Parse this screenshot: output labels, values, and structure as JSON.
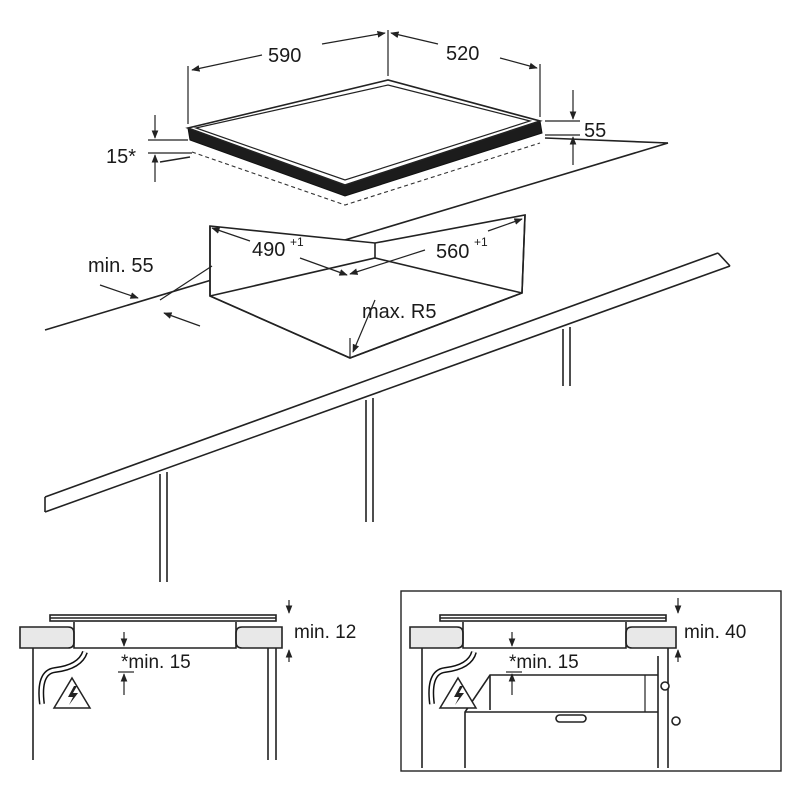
{
  "diagram": {
    "hob_width": "590",
    "hob_depth": "520",
    "hob_height": "55",
    "side_gap": "15*",
    "cutout_width": "490",
    "cutout_width_tol": "+1",
    "cutout_depth": "560",
    "cutout_depth_tol": "+1",
    "edge_distance": "min. 55",
    "corner_radius": "max. R5"
  },
  "detail_left": {
    "top_clearance": "min. 12",
    "under_clearance": "*min. 15"
  },
  "detail_right": {
    "top_clearance": "min. 40",
    "under_clearance": "*min. 15"
  }
}
